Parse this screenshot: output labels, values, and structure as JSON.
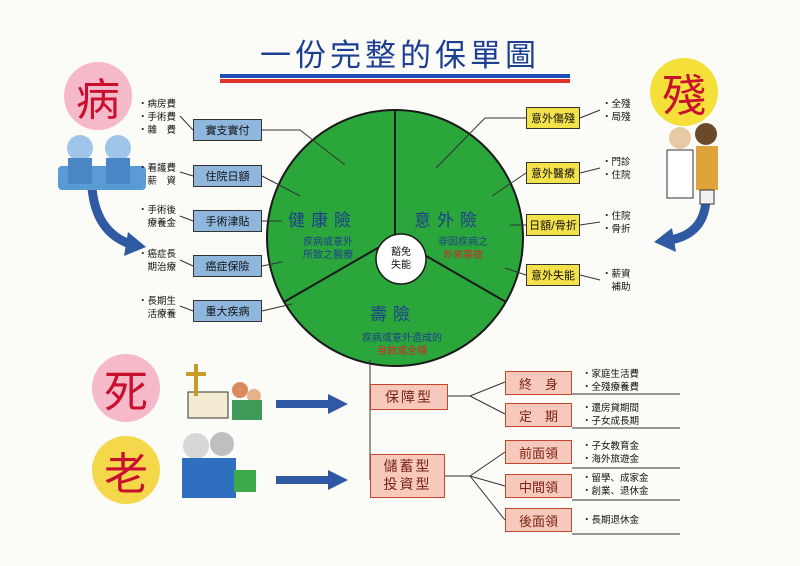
{
  "title": "一份完整的保單圖",
  "side_words": {
    "sick": "病",
    "disabled": "殘",
    "death": "死",
    "old": "老"
  },
  "pie": {
    "center": "豁免\n失能",
    "health": {
      "title": "健康險",
      "desc_a": "疾病或意外",
      "desc_b": "所致之醫療"
    },
    "accident": {
      "title": "意外險",
      "desc_a": "非因疾病之",
      "desc_b": "外來事故"
    },
    "life": {
      "title": "壽險",
      "desc_a": "疾病或意外造成的",
      "desc_b": "身故或全殘"
    }
  },
  "health_items": [
    {
      "label": "實支實付",
      "notes": "・病房費\n・手術費\n・雜　費"
    },
    {
      "label": "住院日額",
      "notes": "・看護費\n　薪　資"
    },
    {
      "label": "手術津貼",
      "notes": "・手術後\n　療養金"
    },
    {
      "label": "癌症保險",
      "notes": "・癌症長\n　期治療"
    },
    {
      "label": "重大疾病",
      "notes": "・長期生\n　活療養"
    }
  ],
  "accident_items": [
    {
      "label": "意外傷殘",
      "notes": "・全殘\n・局殘"
    },
    {
      "label": "意外醫療",
      "notes": "・門診\n・住院"
    },
    {
      "label": "日額/骨折",
      "notes": "・住院\n・骨折"
    },
    {
      "label": "意外失能",
      "notes": "・薪資\n　補助"
    }
  ],
  "life_types": {
    "protection": {
      "label": "保障型",
      "items": [
        {
          "label": "終　身",
          "notes": "・家庭生活費\n・全殘療養費"
        },
        {
          "label": "定　期",
          "notes": "・還房貸期間\n・子女成長期"
        }
      ]
    },
    "savings": {
      "label": "儲蓄型\n投資型",
      "items": [
        {
          "label": "前面領",
          "notes": "・子女教育金\n・海外旅遊金"
        },
        {
          "label": "中間領",
          "notes": "・留學、成家金\n・創業、退休金"
        },
        {
          "label": "後面領",
          "notes": "・長期退休金"
        }
      ]
    }
  },
  "colors": {
    "pie": "#2aa63a",
    "health_box": "#8fb7de",
    "accident_box": "#f4e24a",
    "life_box": "#f7c9bd",
    "arrow": "#2f5aa3",
    "title": "#1c3f94"
  }
}
